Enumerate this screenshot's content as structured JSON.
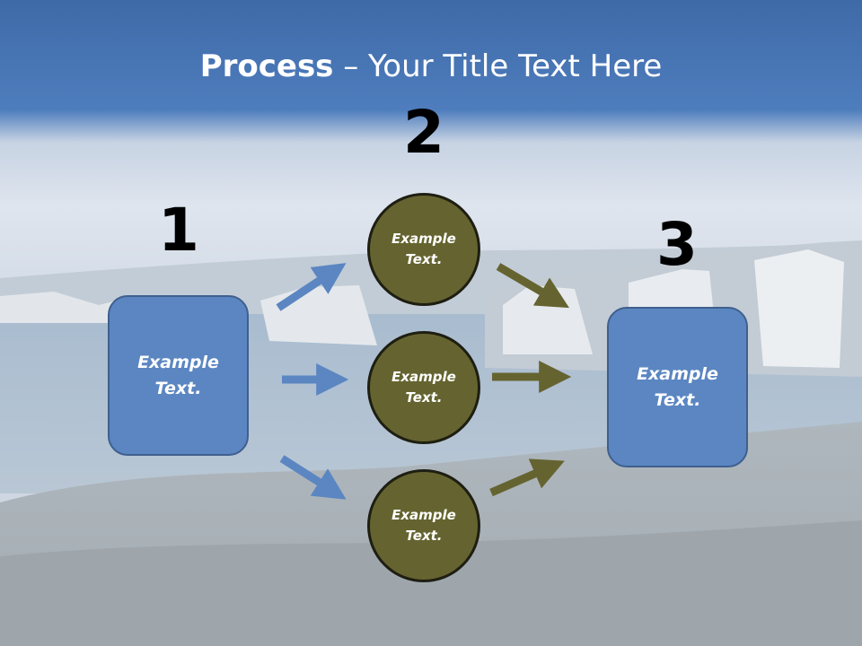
{
  "title": {
    "bold": "Process",
    "rest": " – Your Title Text Here"
  },
  "steps": {
    "one": {
      "number": "1",
      "text": "Example\nText."
    },
    "two": {
      "number": "2",
      "items": [
        "Example\nText.",
        "Example\nText.",
        "Example\nText."
      ]
    },
    "three": {
      "number": "3",
      "text": "Example\nText."
    }
  },
  "colors": {
    "box_fill": "#5b86c2",
    "circle_fill": "#656430",
    "arrow_blue": "#5b86c2",
    "arrow_olive": "#656430"
  }
}
